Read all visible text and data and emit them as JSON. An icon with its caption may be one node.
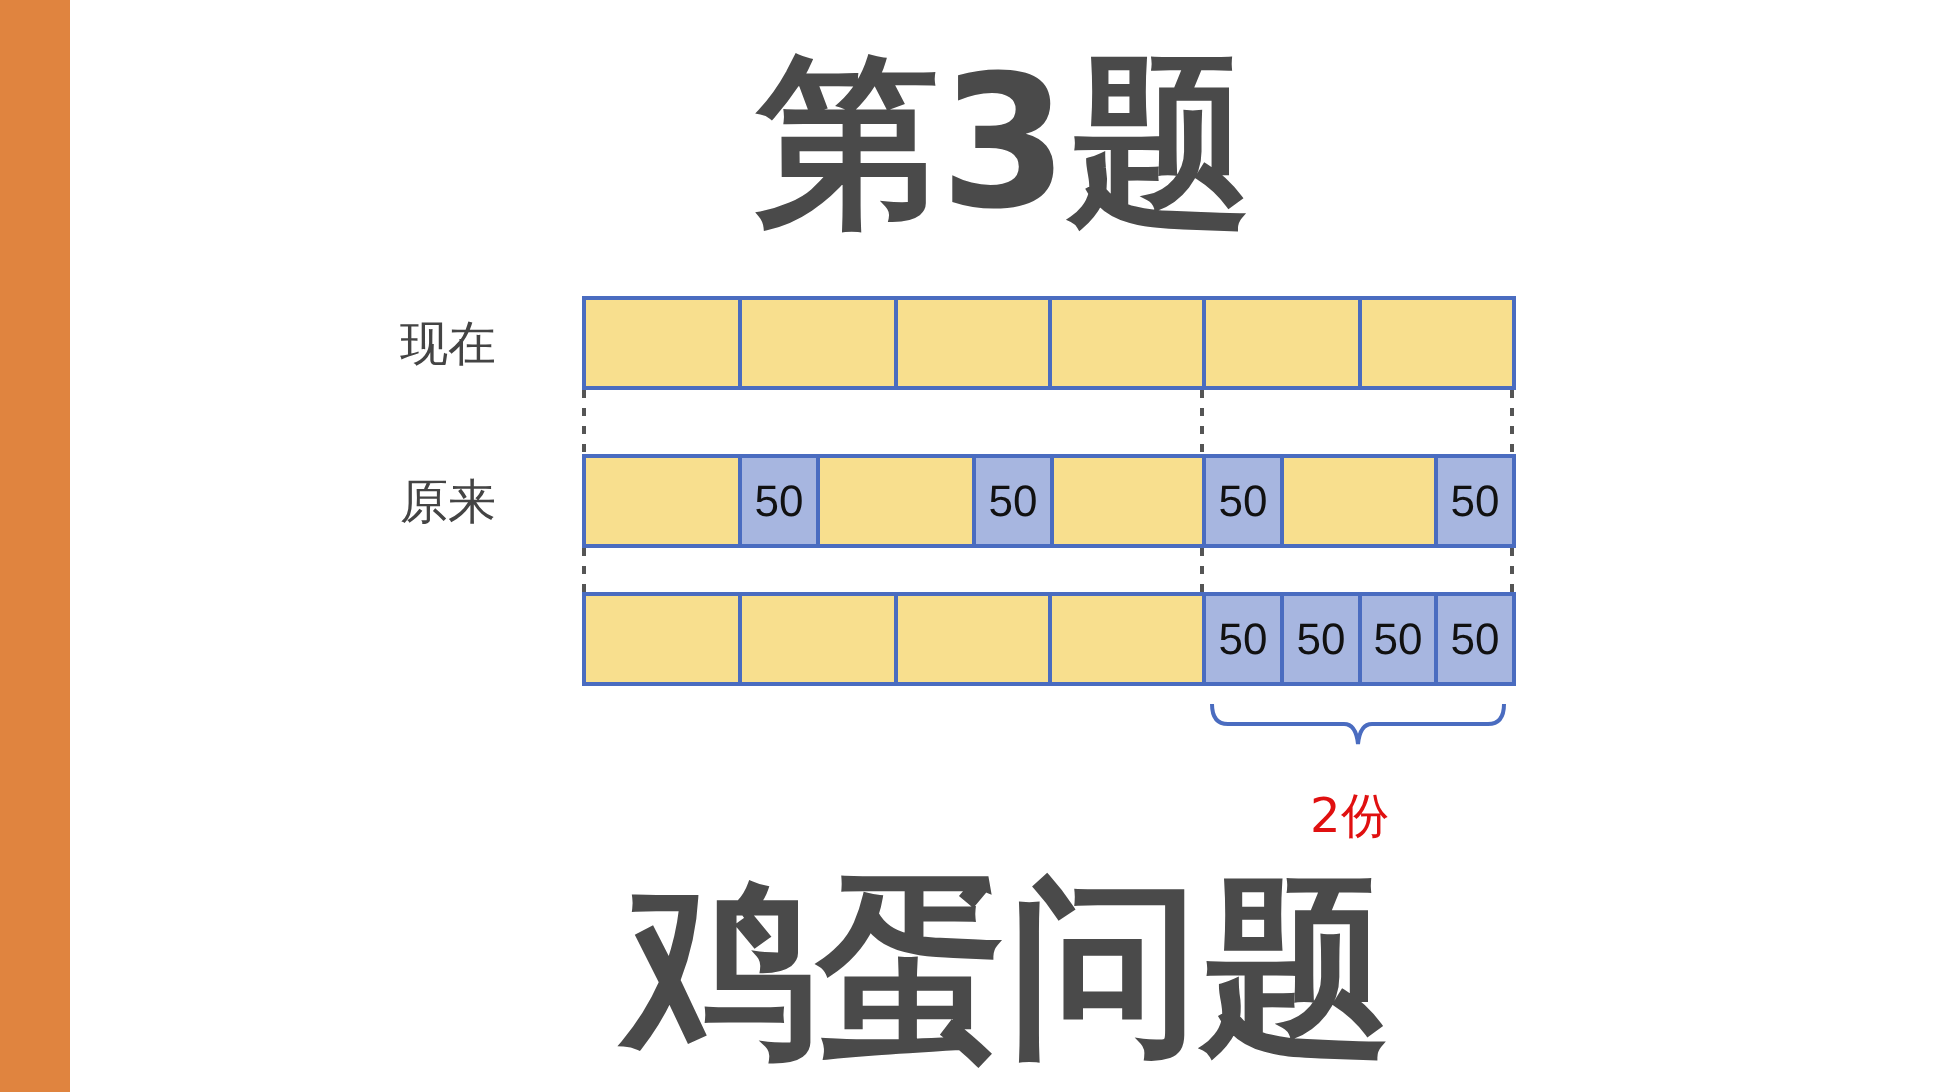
{
  "diagram": {
    "title": "第3题",
    "caption": "鸡蛋问题",
    "nodes": [
      {
        "text": [],
        "shape": "box"
      },
      {
        "text": [],
        "shape": "box"
      },
      {
        "text": [],
        "shape": "box"
      },
      {
        "text": [],
        "shape": "box"
      },
      {
        "text": [],
        "shape": "box"
      },
      {
        "text": [],
        "shape": "box"
      },
      {
        "text": [],
        "shape": "box"
      },
      {
        "text": [
          "50"
        ]
      },
      {
        "text": [],
        "shape": "box"
      },
      {
        "text": [
          "50"
        ]
      },
      {
        "text": [],
        "shape": "box"
      },
      {
        "text": [
          "50"
        ]
      },
      {
        "text": [],
        "shape": "box"
      },
      {
        "text": [
          "50"
        ]
      },
      {
        "text": [],
        "shape": "box"
      },
      {
        "text": [],
        "shape": "box"
      },
      {
        "text": [],
        "shape": "box"
      },
      {
        "text": [],
        "shape": "box"
      },
      {
        "text": [
          "50"
        ]
      },
      {
        "text": [
          "50"
        ]
      },
      {
        "text": [
          "50"
        ]
      },
      {
        "text": [
          "50"
        ]
      }
    ],
    "edges": [
      {
        "from": 0,
        "to": 6,
        "arrow": "none",
        "style": "dashed"
      },
      {
        "from": 3,
        "to": 11,
        "arrow": "none",
        "style": "dashed"
      },
      {
        "from": 5,
        "to": 13,
        "arrow": "none",
        "style": "dashed"
      },
      {
        "from": 6,
        "to": 14,
        "arrow": "none",
        "style": "dashed"
      },
      {
        "from": 11,
        "to": 18,
        "arrow": "none",
        "style": "dashed"
      },
      {
        "from": 13,
        "to": 21,
        "arrow": "none",
        "style": "dashed"
      }
    ],
    "labels": [
      "现在",
      "原来",
      "2份"
    ]
  }
}
